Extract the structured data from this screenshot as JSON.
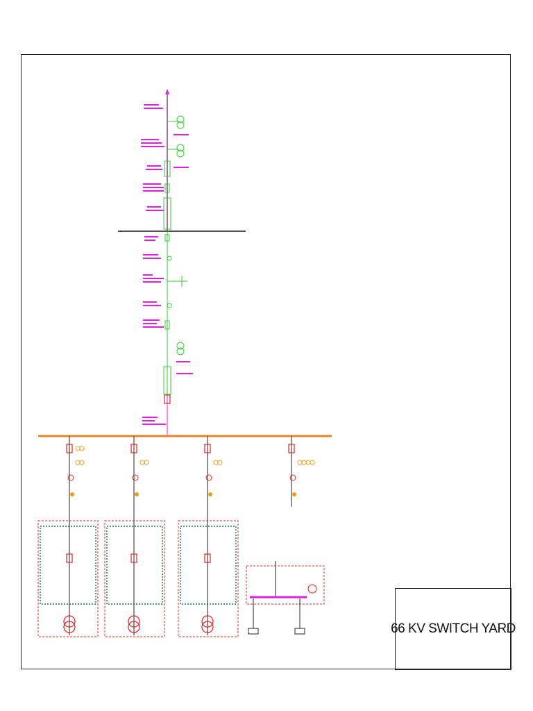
{
  "drawing": {
    "title": "66 KV SWITCH YARD"
  },
  "colors": {
    "busbar": "#f47a12",
    "incomer": "#33cc33",
    "label": "#e31ee3",
    "breaker": "#e8201e",
    "equipment": "#f29a1a",
    "panel_border": "#e8201e",
    "inner_panel": "#0a7a55",
    "frame": "#222222"
  },
  "feeders": [
    {
      "id": "feeder-1",
      "type": "transformer"
    },
    {
      "id": "feeder-2",
      "type": "transformer"
    },
    {
      "id": "feeder-3",
      "type": "transformer"
    },
    {
      "id": "feeder-4",
      "type": "spare"
    }
  ]
}
